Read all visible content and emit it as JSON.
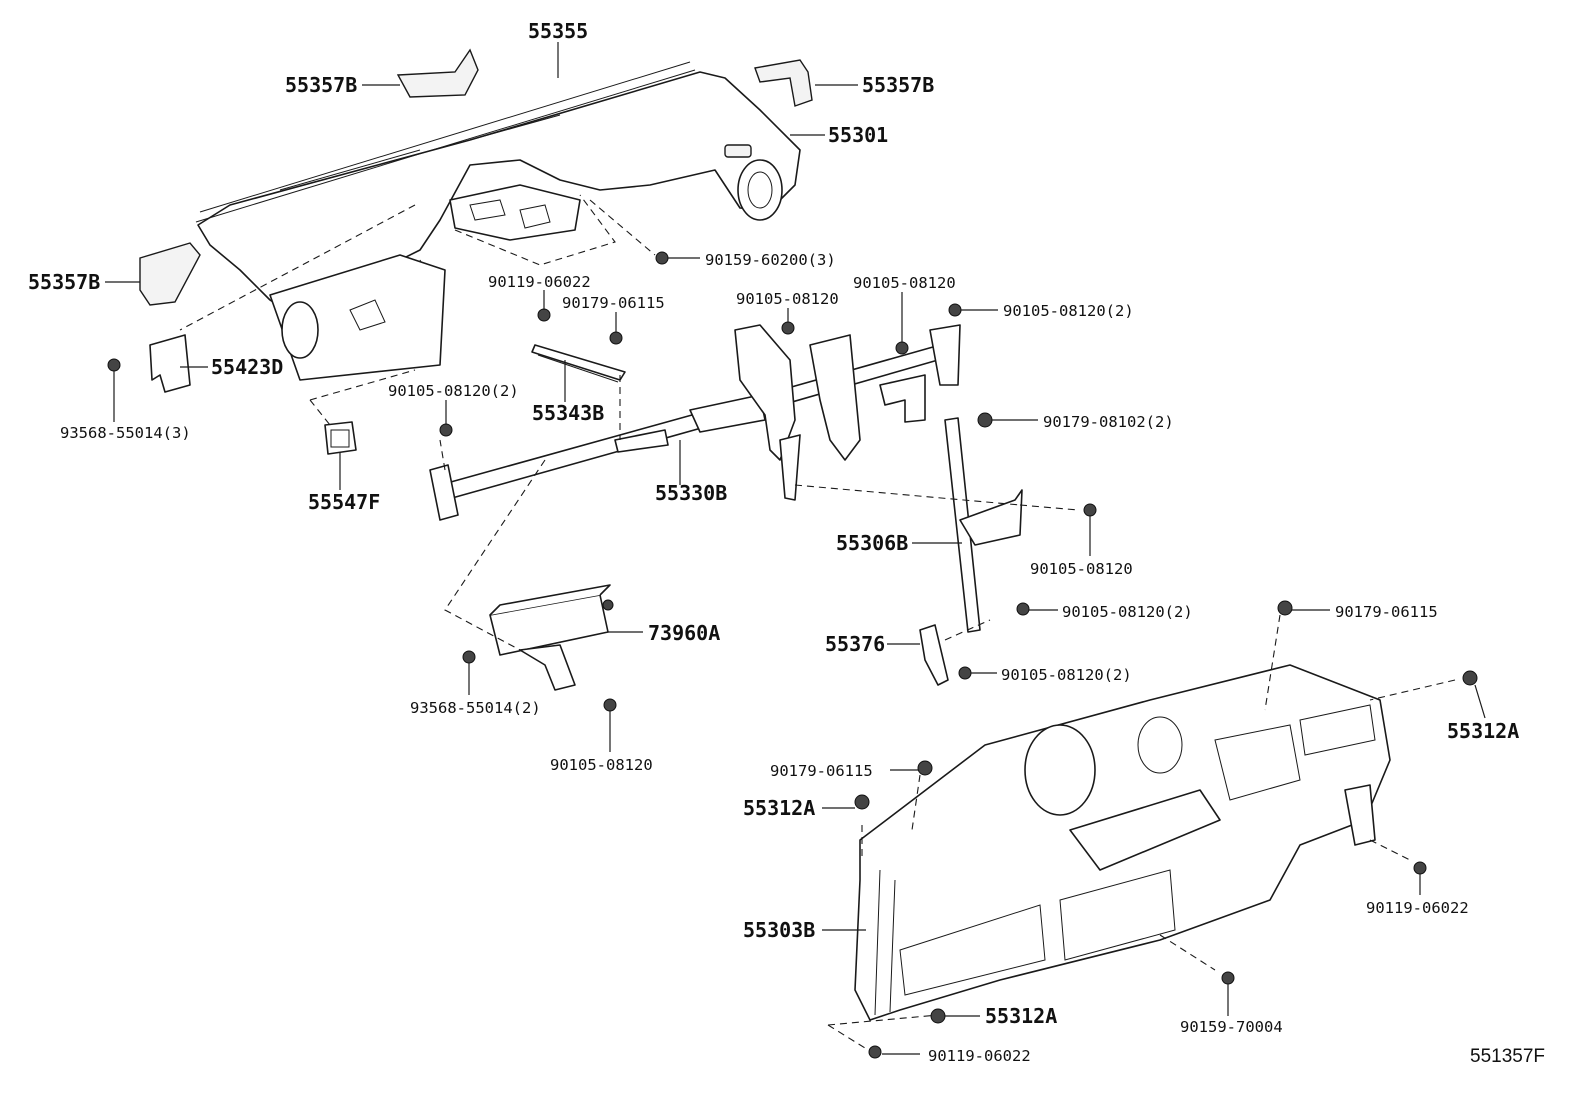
{
  "diagram": {
    "reference_code": "551357F",
    "labels": {
      "p55355": "55355",
      "p55357b_top_left": "55357B",
      "p55357b_top_right": "55357B",
      "p55301": "55301",
      "p55357b_left": "55357B",
      "p90159_60200": "90159-60200(3)",
      "p90119_06022_a": "90119-06022",
      "p90179_06115_a": "90179-06115",
      "p90105_08120_a": "90105-08120",
      "p90105_08120_b": "90105-08120",
      "p90105_08120_c": "90105-08120(2)",
      "p55423d": "55423D",
      "p93568_55014_3": "93568-55014(3)",
      "p90105_08120_d": "90105-08120(2)",
      "p55343b": "55343B",
      "p90179_08102": "90179-08102(2)",
      "p55547f": "55547F",
      "p55330b": "55330B",
      "p55306b": "55306B",
      "p90105_08120_e": "90105-08120",
      "p90105_08120_f": "90105-08120(2)",
      "p90179_06115_b": "90179-06115",
      "p73960a": "73960A",
      "p55376": "55376",
      "p90105_08120_g": "90105-08120(2)",
      "p93568_55014_2": "93568-55014(2)",
      "p55312a_right": "55312A",
      "p90105_08120_h": "90105-08120",
      "p90179_06115_c": "90179-06115",
      "p55312a_mid": "55312A",
      "p90119_06022_b": "90119-06022",
      "p55303b": "55303B",
      "p55312a_bottom": "55312A",
      "p90159_70004": "90159-70004",
      "p90119_06022_c": "90119-06022"
    }
  }
}
